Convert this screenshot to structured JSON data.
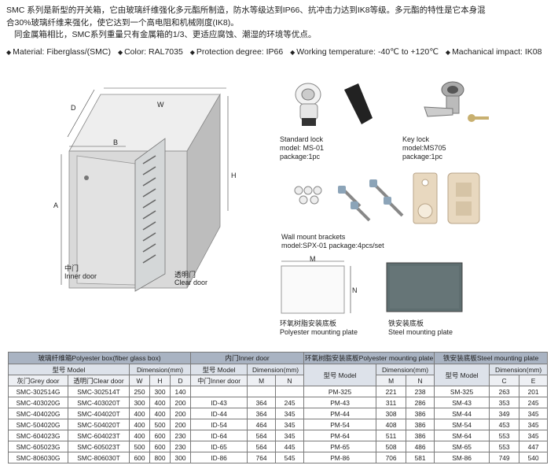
{
  "intro": {
    "line1": "SMC 系列是新型的开关箱，它由玻璃纤维强化多元酯所制造，防水等级达到IP66、抗冲击力达到IK8等级。多元酯的特性是它本身混",
    "line2": "合30%玻璃纤维来强化，使它达到一个高电阻和机械刚度(IK8)。",
    "line3": "同金属箱相比，SMC系列重量只有金属箱的1/3、更适应腐蚀、潮湿的环境等优点。",
    "specs": [
      "Material: Fiberglass/(SMC)",
      "Color: RAL7035",
      "Protection degree: IP66",
      "Working temperature: -40℃ to +120℃",
      "Machanical impact: IK08"
    ]
  },
  "enclosure": {
    "dim_d": "D",
    "dim_w": "W",
    "dim_b": "B",
    "dim_h": "H",
    "dim_a": "A",
    "inner_door_cn": "中门",
    "inner_door_en": "Inner door",
    "clear_door_cn": "透明门",
    "clear_door_en": "Clear door"
  },
  "accessories": {
    "standard_lock": [
      "Standard lock",
      "model: MS-01",
      "package:1pc"
    ],
    "key_lock": [
      "Key lock",
      "model:MS705",
      "package:1pc"
    ],
    "wall_brackets": [
      "Wall mount brackets",
      "model:SPX-01 package:4pcs/set"
    ],
    "poly_plate": [
      "环氧树脂安装底板",
      "Polyester mounting plate"
    ],
    "steel_plate": [
      "铁安装底板",
      "Steel mounting plate"
    ],
    "plate_dim_m": "M",
    "plate_dim_n": "N"
  },
  "colors": {
    "header_group": "#a9b3c2",
    "header_sub": "#dde2ea",
    "enclosure_body": "#d9d9d9",
    "steel_plate": "#5e6e70"
  },
  "table": {
    "groups": [
      "玻璃纤维箱Polyester box(fiber glass box)",
      "内门Inner door",
      "环氧树脂安装底板Polyester mounting plate",
      "铁安装底板Steel mounting plate"
    ],
    "model_label": "型号 Model",
    "dimension_label": "Dimension(mm)",
    "grey_door": "灰门Grey door",
    "clear_door": "透明门Clear door",
    "inner_door": "中门Inner door",
    "w": "W",
    "h": "H",
    "d": "D",
    "m": "M",
    "n": "N",
    "c": "C",
    "e": "E",
    "rows": [
      [
        "SMC-302514G",
        "SMC-302514T",
        "250",
        "300",
        "140",
        "",
        "",
        "",
        "PM-325",
        "221",
        "238",
        "SM-325",
        "263",
        "201"
      ],
      [
        "SMC-403020G",
        "SMC-403020T",
        "300",
        "400",
        "200",
        "ID-43",
        "364",
        "245",
        "PM-43",
        "311",
        "286",
        "SM-43",
        "353",
        "245"
      ],
      [
        "SMC-404020G",
        "SMC-404020T",
        "400",
        "400",
        "200",
        "ID-44",
        "364",
        "345",
        "PM-44",
        "308",
        "386",
        "SM-44",
        "349",
        "345"
      ],
      [
        "SMC-504020G",
        "SMC-504020T",
        "400",
        "500",
        "200",
        "ID-54",
        "464",
        "345",
        "PM-54",
        "408",
        "386",
        "SM-54",
        "453",
        "345"
      ],
      [
        "SMC-604023G",
        "SMC-604023T",
        "400",
        "600",
        "230",
        "ID-64",
        "564",
        "345",
        "PM-64",
        "511",
        "386",
        "SM-64",
        "553",
        "345"
      ],
      [
        "SMC-605023G",
        "SMC-605023T",
        "500",
        "600",
        "230",
        "ID-65",
        "564",
        "445",
        "PM-65",
        "508",
        "486",
        "SM-65",
        "553",
        "447"
      ],
      [
        "SMC-806030G",
        "SMC-806030T",
        "600",
        "800",
        "300",
        "ID-86",
        "764",
        "545",
        "PM-86",
        "706",
        "581",
        "SM-86",
        "749",
        "540"
      ]
    ]
  }
}
